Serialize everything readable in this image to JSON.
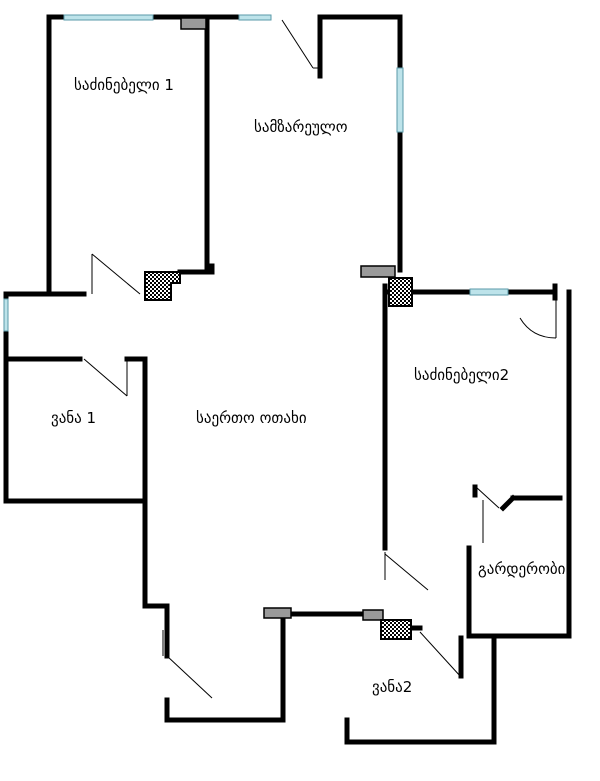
{
  "rooms": {
    "bedroom1": "საძინებელი 1",
    "kitchen": "სამზარეულო",
    "bedroom2": "საძინებელი2",
    "bath1": "ვანა 1",
    "living": "საერთო ოთახი",
    "wardrobe": "გარდერობი",
    "bath2": "ვანა2"
  }
}
